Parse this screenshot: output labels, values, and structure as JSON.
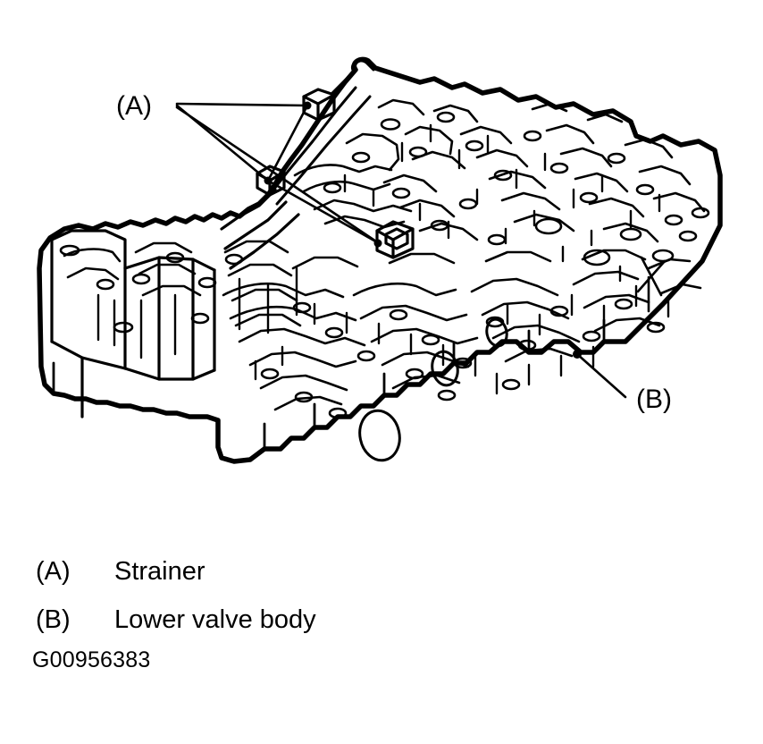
{
  "figure": {
    "id_code": "G00956383",
    "subject": "Automatic transmission lower valve body assembly",
    "projection": "isometric line drawing",
    "stroke_color": "#000000",
    "background_color": "#ffffff"
  },
  "callouts": [
    {
      "key": "A",
      "label": "(A)",
      "target_count": 3,
      "leader_style": "fan-of-three-with-dots"
    },
    {
      "key": "B",
      "label": "(B)",
      "target_count": 1,
      "leader_style": "single-line-with-dot"
    }
  ],
  "legend": {
    "rows": [
      {
        "key": "(A)",
        "description": "Strainer"
      },
      {
        "key": "(B)",
        "description": "Lower valve body"
      }
    ]
  }
}
